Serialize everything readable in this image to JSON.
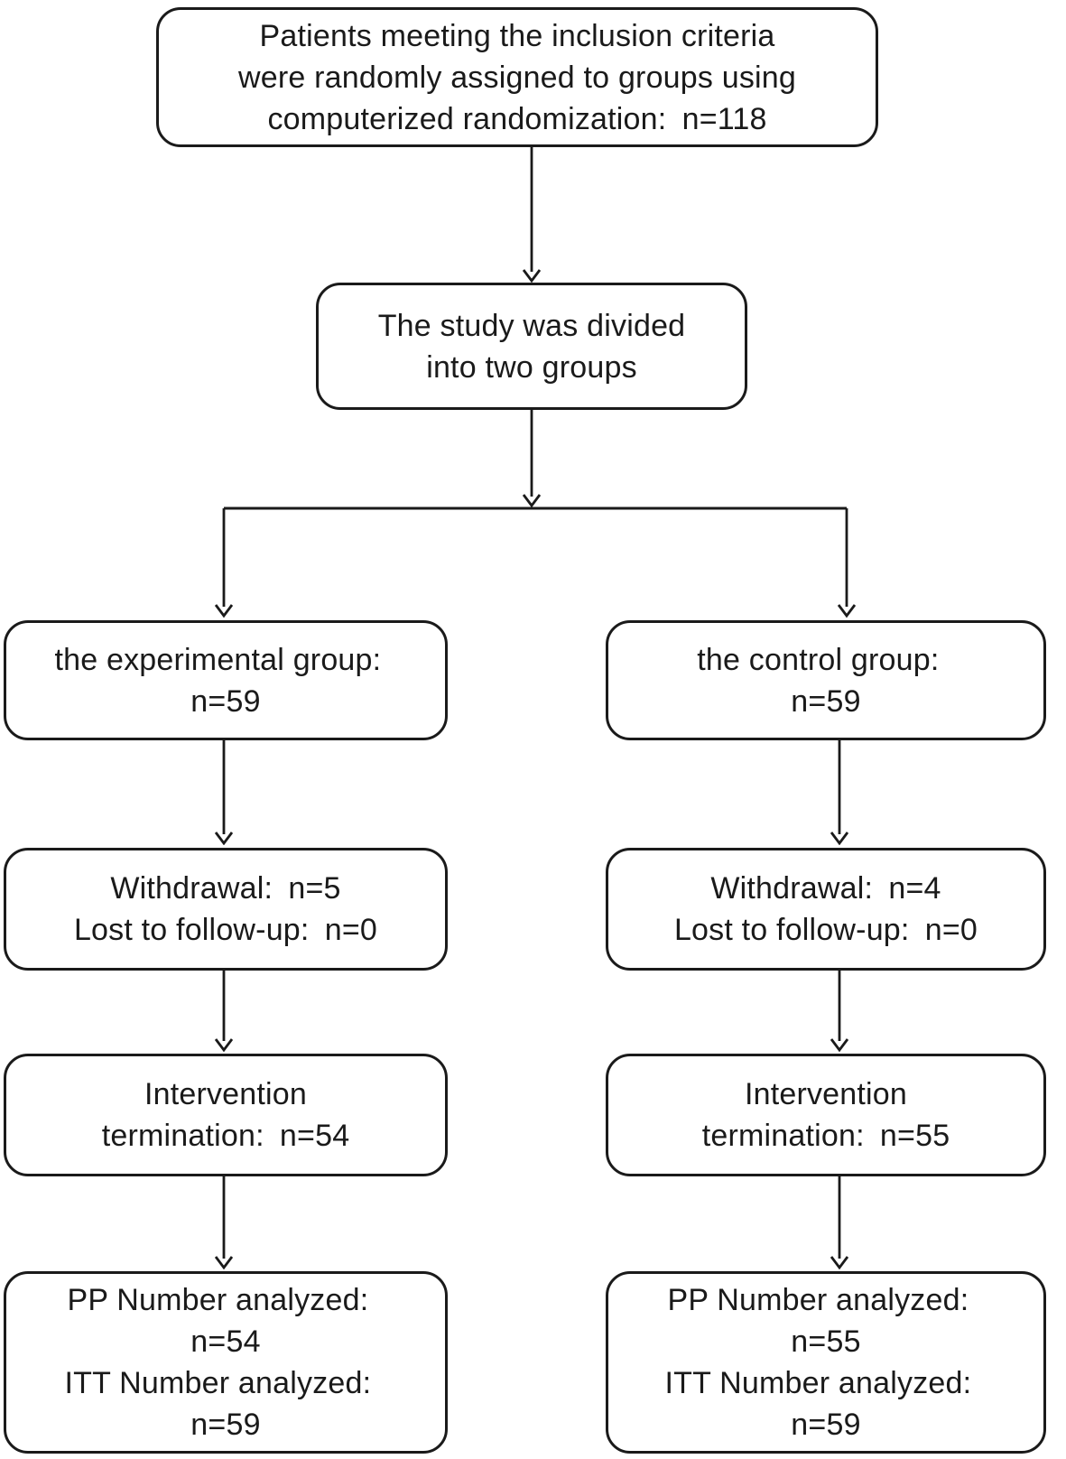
{
  "diagram": {
    "kind": "patient-flow-flowchart",
    "colors": {
      "background": "#ffffff",
      "box_fill": "#ffffff",
      "box_border": "#1a1a1a",
      "text": "#1a1a1a",
      "arrow": "#1a1a1a"
    },
    "boxes": {
      "enrollment": {
        "lines": [
          "Patients meeting the inclusion criteria",
          "were randomly assigned to groups using",
          "computerized randomization：n=118"
        ]
      },
      "split": {
        "lines": [
          "The study was divided",
          "into two groups"
        ]
      },
      "experimental": {
        "group": {
          "lines": [
            "the experimental group：",
            "n=59"
          ]
        },
        "withdrawal": {
          "lines": [
            "Withdrawal：n=5",
            "Lost to follow-up：n=0"
          ]
        },
        "intervention": {
          "lines": [
            "Intervention",
            "termination：n=54"
          ]
        },
        "analysis": {
          "lines": [
            "PP Number analyzed：",
            "n=54",
            "ITT Number analyzed：",
            "n=59"
          ]
        }
      },
      "control": {
        "group": {
          "lines": [
            "the control group：",
            "n=59"
          ]
        },
        "withdrawal": {
          "lines": [
            "Withdrawal：n=4",
            "Lost to follow-up：n=0"
          ]
        },
        "intervention": {
          "lines": [
            "Intervention",
            "termination：n=55"
          ]
        },
        "analysis": {
          "lines": [
            "PP Number analyzed：",
            "n=55",
            "ITT Number analyzed：",
            "n=59"
          ]
        }
      }
    },
    "counts": {
      "randomized": 118,
      "experimental_group": 59,
      "control_group": 59,
      "experimental_withdrawal": 5,
      "experimental_lost_to_follow_up": 0,
      "control_withdrawal": 4,
      "control_lost_to_follow_up": 0,
      "experimental_intervention_termination": 54,
      "control_intervention_termination": 55,
      "experimental_pp_analyzed": 54,
      "experimental_itt_analyzed": 59,
      "control_pp_analyzed": 55,
      "control_itt_analyzed": 59
    }
  }
}
